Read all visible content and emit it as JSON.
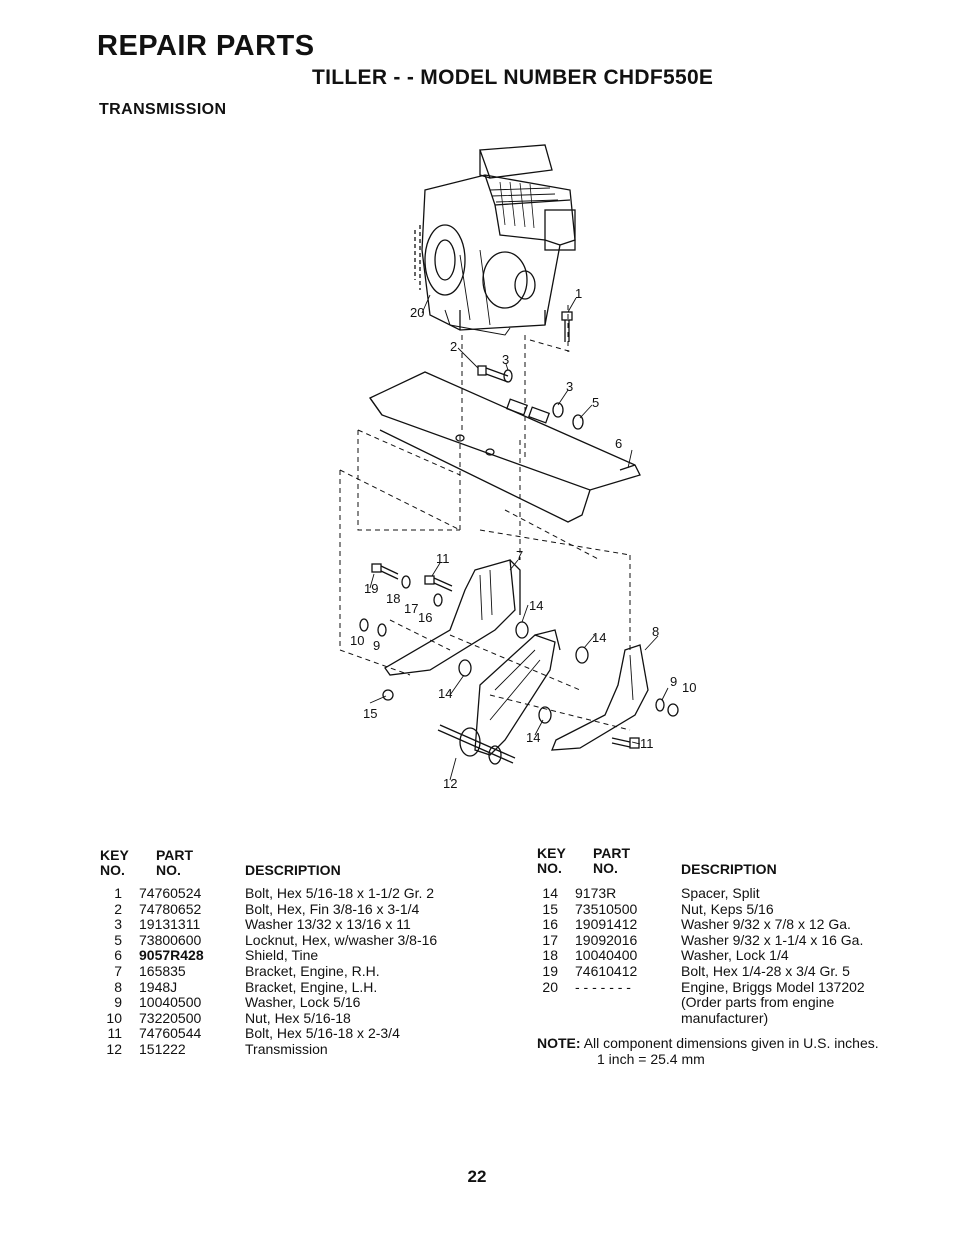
{
  "header": {
    "title": "REPAIR PARTS",
    "subtitle": "TILLER - - MODEL NUMBER CHDF550E",
    "section": "TRANSMISSION"
  },
  "diagram": {
    "callouts": [
      "20",
      "1",
      "2",
      "3",
      "3",
      "5",
      "6",
      "11",
      "7",
      "19",
      "18",
      "17",
      "16",
      "14",
      "14",
      "8",
      "10",
      "9",
      "9",
      "10",
      "15",
      "14",
      "14",
      "11",
      "12"
    ]
  },
  "table": {
    "headers": {
      "key_line1": "KEY",
      "key_line2": "NO.",
      "part_line1": "PART",
      "part_line2": "NO.",
      "description": "DESCRIPTION"
    },
    "left_rows": [
      {
        "key": "1",
        "part": "74760524",
        "desc": "Bolt, Hex  5/16-18 x 1-1/2 Gr. 2"
      },
      {
        "key": "2",
        "part": "74780652",
        "desc": "Bolt, Hex, Fin  3/8-16 x 3-1/4"
      },
      {
        "key": "3",
        "part": "19131311",
        "desc": "Washer  13/32 x 13/16 x 11"
      },
      {
        "key": "5",
        "part": "73800600",
        "desc": "Locknut, Hex, w/washer  3/8-16"
      },
      {
        "key": "6",
        "part": "9057R428",
        "desc": "Shield, Tine"
      },
      {
        "key": "7",
        "part": "165835",
        "desc": "Bracket, Engine, R.H."
      },
      {
        "key": "8",
        "part": "1948J",
        "desc": "Bracket, Engine, L.H."
      },
      {
        "key": "9",
        "part": "10040500",
        "desc": "Washer, Lock  5/16"
      },
      {
        "key": "10",
        "part": "73220500",
        "desc": "Nut, Hex  5/16-18"
      },
      {
        "key": "11",
        "part": "74760544",
        "desc": "Bolt, Hex  5/16-18 x 2-3/4"
      },
      {
        "key": "12",
        "part": "151222",
        "desc": "Transmission"
      }
    ],
    "right_rows": [
      {
        "key": "14",
        "part": "9173R",
        "desc": "Spacer, Split"
      },
      {
        "key": "15",
        "part": "73510500",
        "desc": "Nut, Keps  5/16"
      },
      {
        "key": "16",
        "part": "19091412",
        "desc": "Washer  9/32 x 7/8 x 12 Ga."
      },
      {
        "key": "17",
        "part": "19092016",
        "desc": "Washer  9/32 x 1-1/4 x 16 Ga."
      },
      {
        "key": "18",
        "part": "10040400",
        "desc": "Washer, Lock  1/4"
      },
      {
        "key": "19",
        "part": "74610412",
        "desc": "Bolt, Hex  1/4-28 x 3/4 Gr. 5"
      },
      {
        "key": "20",
        "part": "- - - - - - -",
        "desc": "Engine, Briggs Model 137202"
      },
      {
        "key": "",
        "part": "",
        "desc": "(Order parts from engine"
      },
      {
        "key": "",
        "part": "",
        "desc": "manufacturer)"
      }
    ]
  },
  "note": {
    "label": "NOTE:",
    "line1": "All component dimensions given in U.S. inches.",
    "line2": "1 inch = 25.4 mm"
  },
  "page_number": "22"
}
